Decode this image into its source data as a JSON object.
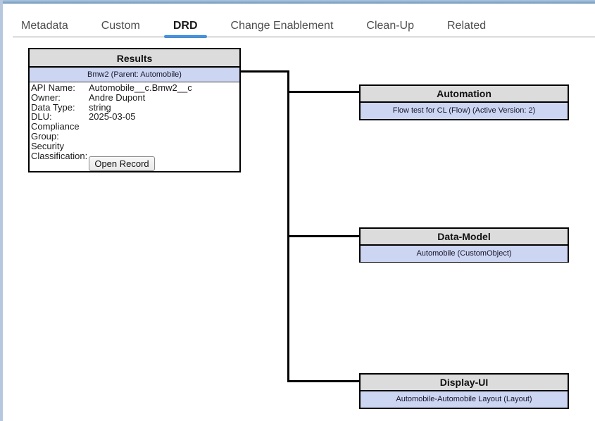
{
  "colors": {
    "accent": "#2e8be6",
    "node_header_bg": "#dcdcdc",
    "node_record_bg": "#ccd5f1",
    "connector": "#000000"
  },
  "tabs": [
    {
      "label": "Metadata"
    },
    {
      "label": "Custom"
    },
    {
      "label": "DRD"
    },
    {
      "label": "Change Enablement"
    },
    {
      "label": "Clean-Up"
    },
    {
      "label": "Related"
    }
  ],
  "results_card": {
    "title": "Results",
    "record": "Bmw2 (Parent: Automobile)",
    "fields": [
      {
        "label": "API Name:",
        "value": "Automobile__c.Bmw2__c"
      },
      {
        "label": "Owner:",
        "value": "Andre Dupont"
      },
      {
        "label": "Data Type:",
        "value": "string"
      },
      {
        "label": "DLU:",
        "value": "2025-03-05"
      },
      {
        "label": "Compliance Group:",
        "value": ""
      },
      {
        "label": "Security Classification:",
        "value": ""
      }
    ],
    "open_button": "Open Record"
  },
  "dependency_nodes": [
    {
      "title": "Automation",
      "record": "Flow test for CL (Flow) (Active Version: 2)"
    },
    {
      "title": "Data-Model",
      "record": "Automobile (CustomObject)"
    },
    {
      "title": "Display-UI",
      "record": "Automobile-Automobile Layout (Layout)"
    }
  ]
}
